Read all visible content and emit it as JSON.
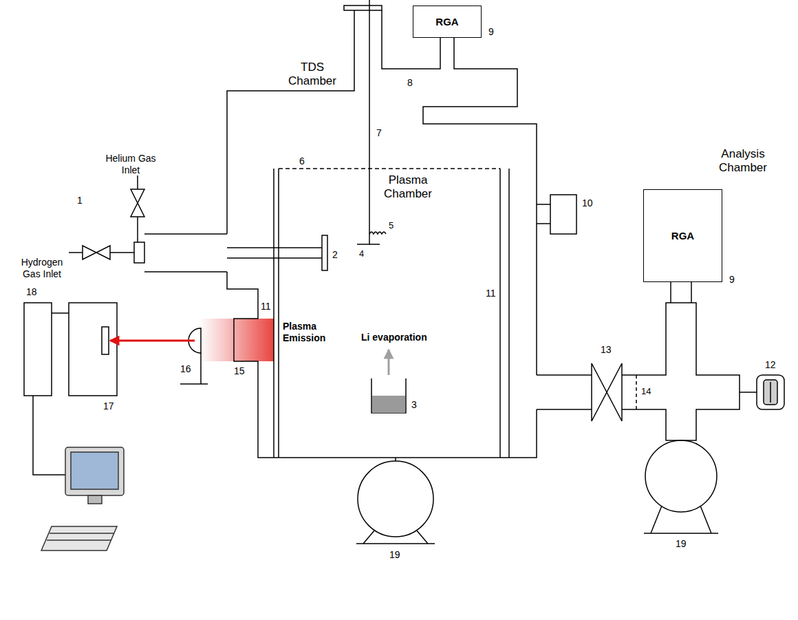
{
  "diagram": {
    "nodes": [
      {
        "text": [
          "RGA"
        ]
      },
      {
        "text": [
          "RGA"
        ]
      }
    ],
    "labels": [
      "TDS Chamber",
      "Helium Gas Inlet",
      "1",
      "Hydrogen Gas Inlet",
      "2",
      "6",
      "7",
      "8",
      "9",
      "4",
      "5",
      "10",
      "Plasma Chamber",
      "11",
      "11",
      "Analysis Chamber",
      "9",
      "18",
      "17",
      "16",
      "15",
      "Plasma Emission",
      "Li evaporation",
      "3",
      "13",
      "14",
      "12",
      "19",
      "19"
    ]
  }
}
